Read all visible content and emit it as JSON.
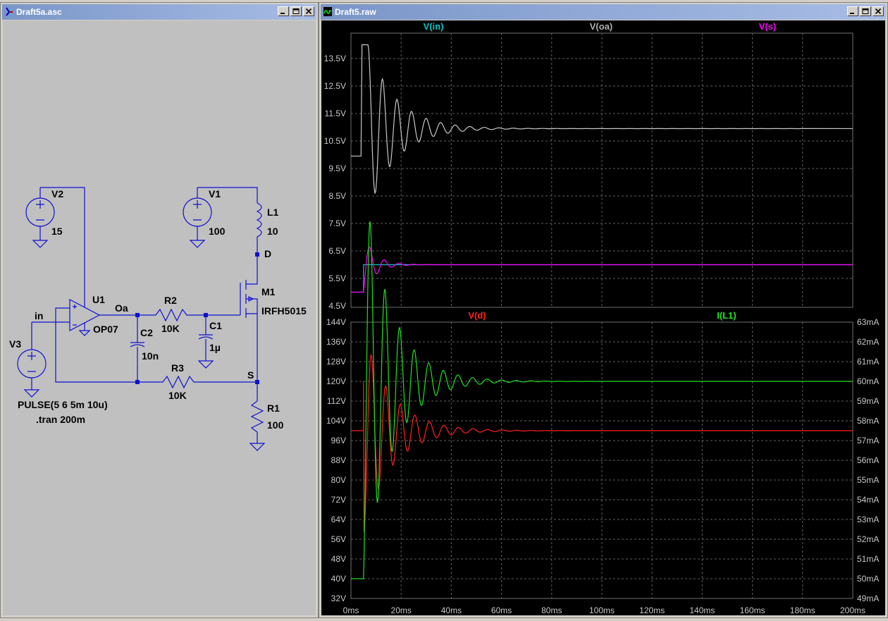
{
  "schematic_window": {
    "title": "Draft5a.asc",
    "components": {
      "v2_name": "V2",
      "v2_value": "15",
      "v1_name": "V1",
      "v1_value": "100",
      "v3_name": "V3",
      "l1_name": "L1",
      "l1_value": "10",
      "m1_name": "M1",
      "m1_model": "IRFH5015",
      "u1_name": "U1",
      "u1_model": "OP07",
      "r2_name": "R2",
      "r2_value": "10K",
      "c1_name": "C1",
      "c1_value": "1µ",
      "c2_name": "C2",
      "c2_value": "10n",
      "r3_name": "R3",
      "r3_value": "10K",
      "r1_name": "R1",
      "r1_value": "100"
    },
    "net_labels": {
      "d": "D",
      "s": "S",
      "oa": "Oa",
      "in": "in"
    },
    "directives": {
      "pulse": "PULSE(5 6 5m 10u)",
      "tran": ".tran 200m"
    }
  },
  "waveform_window": {
    "title": "Draft5.raw",
    "colors": {
      "vin": "#00c8c8",
      "voa": "#c8c8c8",
      "vs": "#ff00ff",
      "vd": "#ff2020",
      "il1": "#20e020",
      "grid": "#606060",
      "axis_text": "#c8c8c8"
    },
    "top_pane": {
      "traces": [
        "V(in)",
        "V(oa)",
        "V(s)"
      ],
      "y_ticks": [
        "13.5V",
        "12.5V",
        "11.5V",
        "10.5V",
        "9.5V",
        "8.5V",
        "7.5V",
        "6.5V",
        "5.5V",
        "4.5V"
      ]
    },
    "bottom_pane": {
      "traces": [
        "V(d)",
        "I(L1)"
      ],
      "y_left_ticks": [
        "144V",
        "136V",
        "128V",
        "120V",
        "112V",
        "104V",
        "96V",
        "88V",
        "80V",
        "72V",
        "64V",
        "56V",
        "48V",
        "40V",
        "32V"
      ],
      "y_right_ticks": [
        "63mA",
        "62mA",
        "61mA",
        "60mA",
        "59mA",
        "58mA",
        "57mA",
        "56mA",
        "55mA",
        "54mA",
        "53mA",
        "52mA",
        "51mA",
        "50mA",
        "49mA"
      ]
    },
    "x_ticks": [
      "0ms",
      "20ms",
      "40ms",
      "60ms",
      "80ms",
      "100ms",
      "120ms",
      "140ms",
      "160ms",
      "180ms",
      "200ms"
    ]
  }
}
